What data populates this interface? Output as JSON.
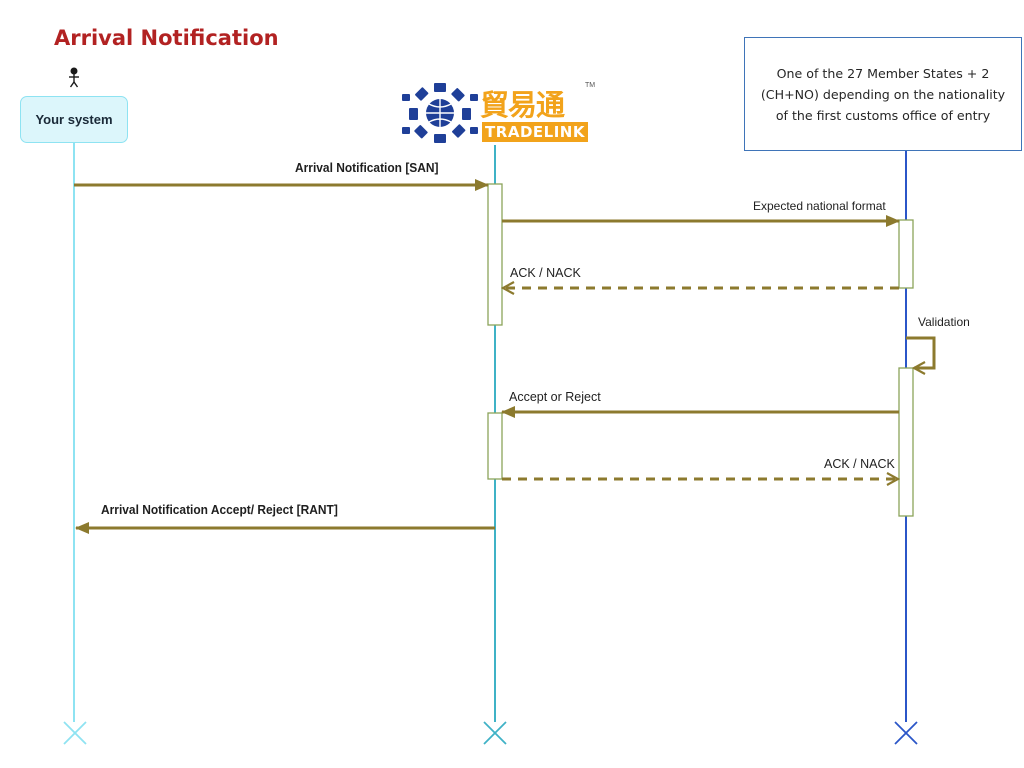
{
  "title": "Arrival Notification",
  "participants": {
    "your_system": "Your system",
    "tradelink": {
      "chinese_name": "貿易通",
      "english_name": "TRADELINK",
      "trademark": "TM"
    },
    "member_state_note": "One of the 27 Member States + 2 (CH+NO) depending on the nationality of the first customs office of entry"
  },
  "messages": [
    {
      "label": "Arrival Notification [SAN]",
      "from": "your_system",
      "to": "tradelink",
      "style": "solid"
    },
    {
      "label": "Expected national format",
      "from": "tradelink",
      "to": "member_state",
      "style": "solid"
    },
    {
      "label": "ACK / NACK",
      "from": "member_state",
      "to": "tradelink",
      "style": "dashed"
    },
    {
      "label": "Validation",
      "from": "member_state",
      "to": "member_state",
      "style": "self"
    },
    {
      "label": "Accept or Reject",
      "from": "member_state",
      "to": "tradelink",
      "style": "solid"
    },
    {
      "label": "ACK / NACK",
      "from": "tradelink",
      "to": "member_state",
      "style": "dashed"
    },
    {
      "label": "Arrival Notification Accept/ Reject [RANT]",
      "from": "tradelink",
      "to": "your_system",
      "style": "solid"
    }
  ],
  "colors": {
    "title": "#b22222",
    "arrow": "#8c7a2e",
    "lifeline_system": "#8ee3f2",
    "lifeline_tradelink": "#3fb2c6",
    "lifeline_member": "#2b56c8",
    "logo_orange": "#f2a31b",
    "logo_blue": "#1f3f98"
  },
  "icons": {
    "actor": "person-icon",
    "lifeline_end": "x-mark-icon"
  }
}
